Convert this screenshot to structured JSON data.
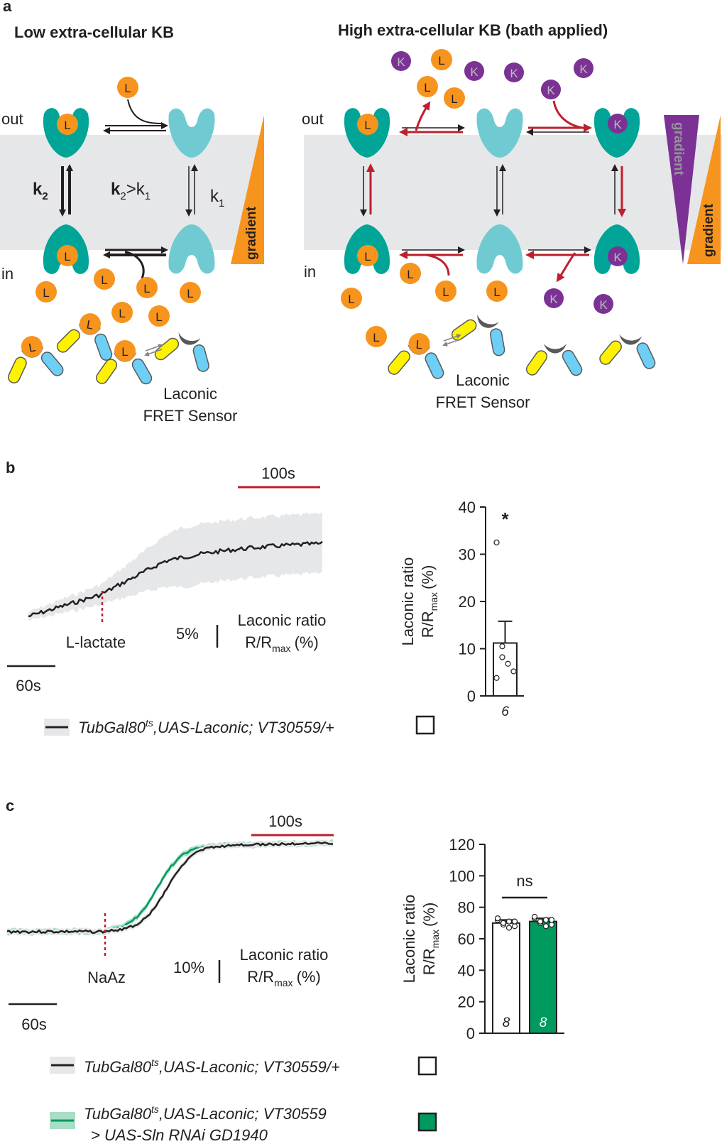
{
  "panel_a": {
    "letter": "a",
    "left_title": "Low extra-cellular KB",
    "right_title": "High extra-cellular KB (bath applied)",
    "out_label": "out",
    "in_label": "in",
    "lactate_symbol": "L",
    "kb_symbol": "K",
    "rate_big": "k",
    "rate_big_sub": "2",
    "rate_comp_big": "k",
    "rate_comp_big_sub": "2",
    "rate_comp_sign": ">k",
    "rate_comp_small_sub": "1",
    "rate_small": "k",
    "rate_small_sub": "1",
    "gradient_label": "gradient",
    "sensor_label_line1": "Laconic",
    "sensor_label_line2": "FRET Sensor",
    "colors": {
      "lactate": "#f7941d",
      "kb": "#7b3294",
      "transporter_dark": "#00a597",
      "transporter_light": "#6fcbd1",
      "membrane": "#e6e7e8",
      "red_arrow": "#be1e2d",
      "yfp": "#fff200",
      "cfp": "#6dcff6",
      "sensor_body": "#58595b"
    }
  },
  "panel_b": {
    "letter": "b",
    "time_bar_label": "100s",
    "event_label": "L-lactate",
    "scale_x_label": "60s",
    "scale_y_label": "5%",
    "y_measure_line1": "Laconic ratio",
    "y_measure_line2_main": "R/R",
    "y_measure_line2_sub": "max",
    "y_measure_line2_unit": "(%)",
    "legend_genotype_a": "TubGal80",
    "legend_genotype_sup": "ts",
    "legend_genotype_b": ",UAS-Laconic; VT30559/+",
    "bar_chart": {
      "type": "bar",
      "ylabel_line1": "Laconic ratio",
      "ylabel_line2_main": "R/R",
      "ylabel_line2_sub": "max",
      "ylabel_line2_unit": "(%)",
      "ylim": [
        0,
        40
      ],
      "yticks": [
        "0",
        "10",
        "20",
        "30",
        "40"
      ],
      "bars": [
        {
          "value": 11.2,
          "sem": 4.6,
          "n": "6",
          "color": "#ffffff",
          "points": [
            32.5,
            8.2,
            6.8,
            5.2,
            3.8,
            10.5
          ]
        }
      ],
      "significance": "*"
    }
  },
  "panel_c": {
    "letter": "c",
    "time_bar_label": "100s",
    "event_label": "NaAz",
    "scale_x_label": "60s",
    "scale_y_label": "10%",
    "y_measure_line1": "Laconic ratio",
    "y_measure_line2_main": "R/R",
    "y_measure_line2_sub": "max",
    "y_measure_line2_unit": "(%)",
    "legend1_a": "TubGal80",
    "legend1_sup": "ts",
    "legend1_b": ",UAS-Laconic; VT30559/+",
    "legend2_a": "TubGal80",
    "legend2_sup": "ts",
    "legend2_b": ",UAS-Laconic; VT30559",
    "legend2_line2": "> UAS-Sln RNAi GD1940",
    "bar_chart": {
      "type": "bar",
      "ylabel_line1": "Laconic ratio",
      "ylabel_line2_main": "R/R",
      "ylabel_line2_sub": "max",
      "ylabel_line2_unit": "(%)",
      "ylim": [
        0,
        120
      ],
      "yticks": [
        "0",
        "20",
        "40",
        "60",
        "80",
        "100",
        "120"
      ],
      "bars": [
        {
          "value": 70,
          "sem": 2,
          "n": "8",
          "color": "#ffffff",
          "points": [
            72,
            69,
            71,
            68,
            73,
            70,
            67,
            71
          ]
        },
        {
          "value": 71,
          "sem": 2,
          "n": "8",
          "color": "#009a5e",
          "points": [
            73,
            70,
            72,
            69,
            74,
            71,
            68,
            72
          ]
        }
      ],
      "significance": "ns"
    }
  }
}
